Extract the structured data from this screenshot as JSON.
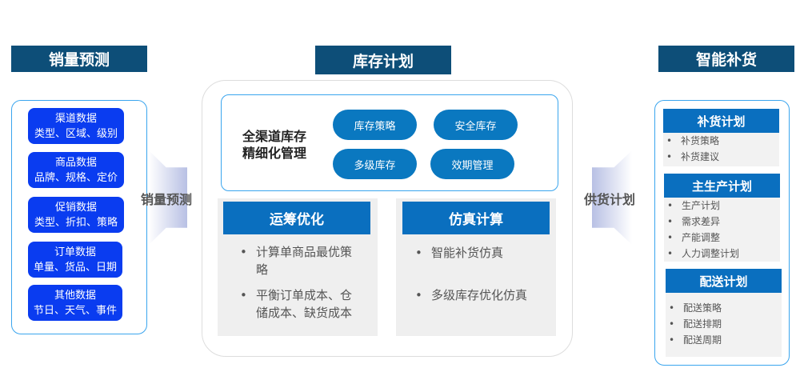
{
  "left": {
    "title": "销量预测",
    "arrow_label": "销量预测",
    "items": [
      {
        "title": "渠道数据",
        "detail": "类型、区域、级别"
      },
      {
        "title": "商品数据",
        "detail": "品牌、规格、定价"
      },
      {
        "title": "促销数据",
        "detail": "类型、折扣、策略"
      },
      {
        "title": "订单数据",
        "detail": "单量、货品、日期"
      },
      {
        "title": "其他数据",
        "detail": "节日、天气、事件"
      }
    ]
  },
  "center": {
    "title": "库存计划",
    "core_line1": "全渠道库存",
    "core_line2": "精细化管理",
    "pills": [
      "库存策略",
      "安全库存",
      "多级库存",
      "效期管理"
    ],
    "panels": [
      {
        "title": "运筹优化",
        "items": [
          "计算单商品最优策略",
          "平衡订单成本、仓储成本、缺货成本"
        ]
      },
      {
        "title": "仿真计算",
        "items": [
          "智能补货仿真",
          "多级库存优化仿真"
        ]
      }
    ]
  },
  "right": {
    "title": "智能补货",
    "arrow_label": "供货计划",
    "sections": [
      {
        "title": "补货计划",
        "items": [
          "补货策略",
          "补货建议"
        ]
      },
      {
        "title": "主生产计划",
        "items": [
          "生产计划",
          "需求差异",
          "产能调整",
          "人力调整计划"
        ]
      },
      {
        "title": "配送计划",
        "items": [
          "配送策略",
          "配送排期",
          "配送周期"
        ]
      }
    ]
  }
}
